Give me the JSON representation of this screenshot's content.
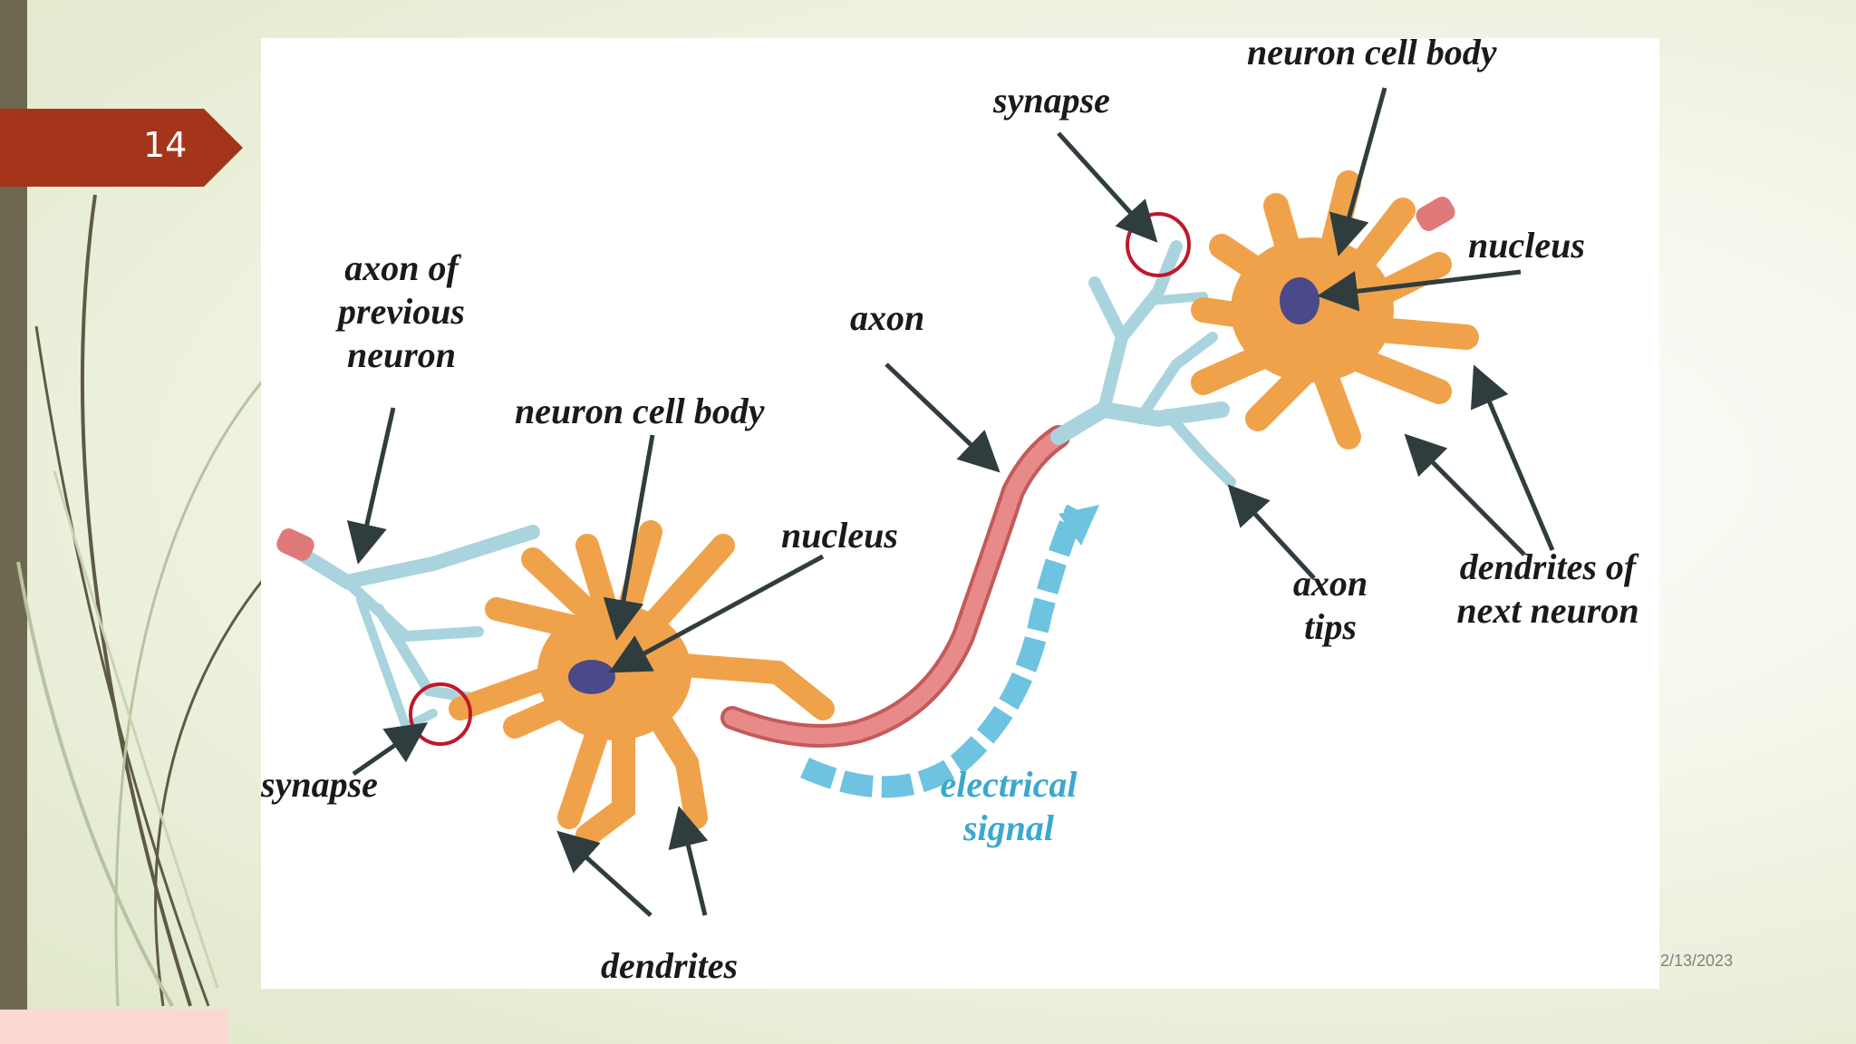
{
  "slide": {
    "number": "14",
    "date": "2/13/2023"
  },
  "diagram": {
    "labels": {
      "axon_prev_1": "axon of",
      "axon_prev_2": "previous",
      "axon_prev_3": "neuron",
      "cell_body_left": "neuron cell body",
      "nucleus_left": "nucleus",
      "synapse_left": "synapse",
      "dendrites": "dendrites",
      "axon": "axon",
      "electrical_1": "electrical",
      "electrical_2": "signal",
      "synapse_right": "synapse",
      "cell_body_right": "neuron cell body",
      "nucleus_right": "nucleus",
      "axon_tips_1": "axon",
      "axon_tips_2": "tips",
      "dendrites_next_1": "dendrites of",
      "dendrites_next_2": "next neuron"
    }
  },
  "colors": {
    "accent": "#a5351a",
    "left_bar": "#6f6850",
    "cell_body": "#f0a24a",
    "axon_myelin": "#e07a7a",
    "axon_tips": "#a9d4dd",
    "signal": "#6ec3e0",
    "synapse_circle": "#c0172b",
    "nucleus": "#4a4a8a"
  }
}
